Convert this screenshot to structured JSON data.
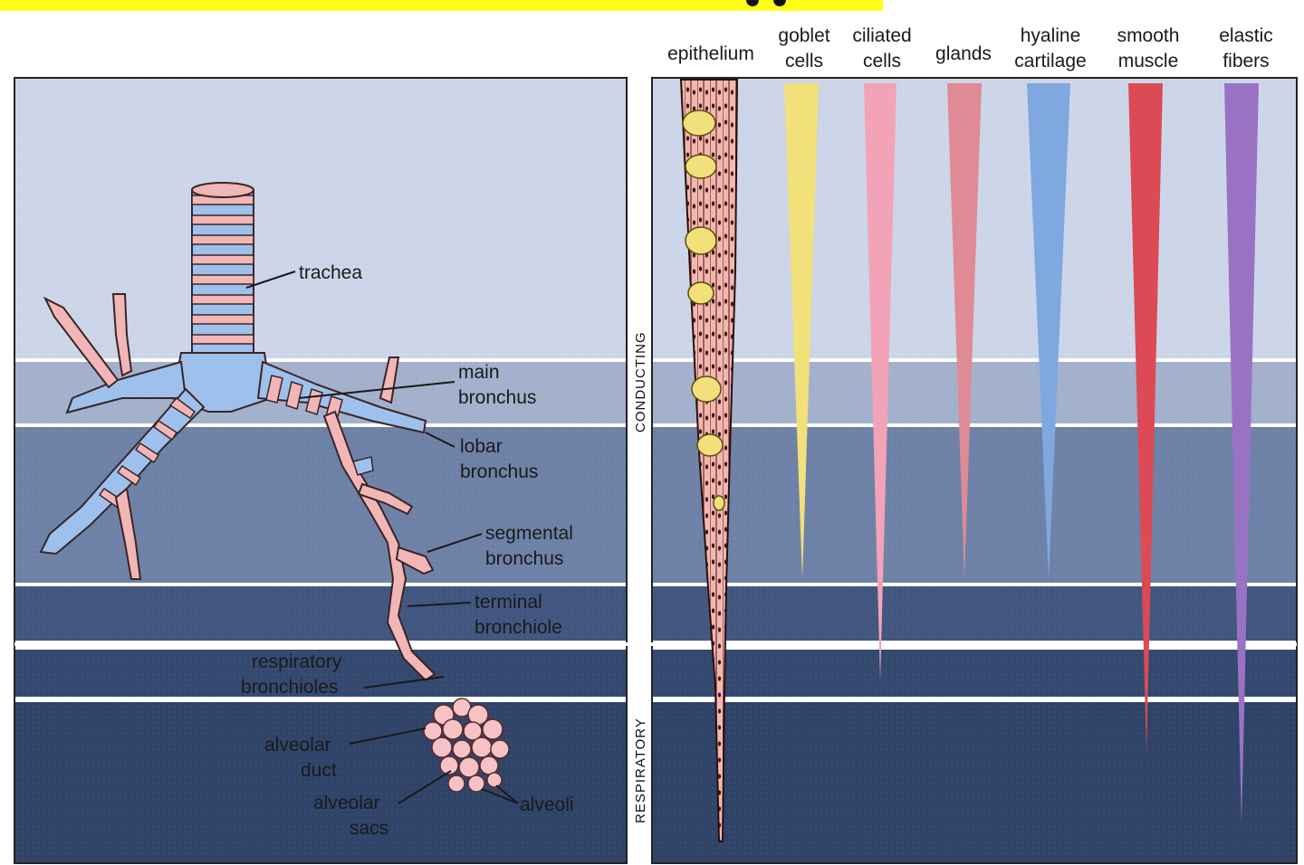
{
  "columns": [
    {
      "key": "epithelium",
      "lines": [
        "epithelium"
      ]
    },
    {
      "key": "goblet",
      "lines": [
        "goblet",
        "cells"
      ],
      "color": "#f2e07a"
    },
    {
      "key": "ciliated",
      "lines": [
        "ciliated",
        "cells"
      ],
      "color": "#f3a3b8"
    },
    {
      "key": "glands",
      "lines": [
        "glands"
      ],
      "color": "#e08a96"
    },
    {
      "key": "cartilage",
      "lines": [
        "hyaline",
        "cartilage"
      ],
      "color": "#7fa7e0"
    },
    {
      "key": "muscle",
      "lines": [
        "smooth",
        "muscle"
      ],
      "color": "#dc4a55"
    },
    {
      "key": "elastic",
      "lines": [
        "elastic",
        "fibers"
      ],
      "color": "#9a72c4"
    }
  ],
  "zones": {
    "conducting": "CONDUCTING",
    "respiratory": "RESPIRATORY"
  },
  "labels": {
    "trachea": "trachea",
    "main_bronchus": [
      "main",
      "bronchus"
    ],
    "lobar_bronchus": [
      "lobar",
      "bronchus"
    ],
    "segmental_bronchus": [
      "segmental",
      "bronchus"
    ],
    "terminal_bronchiole": [
      "terminal",
      "bronchiole"
    ],
    "respiratory_bronchioles": [
      "respiratory",
      "bronchioles"
    ],
    "alveolar_duct": [
      "alveolar",
      "duct"
    ],
    "alveolar_sacs": [
      "alveolar",
      "sacs"
    ],
    "alveoli": "alveoli"
  }
}
